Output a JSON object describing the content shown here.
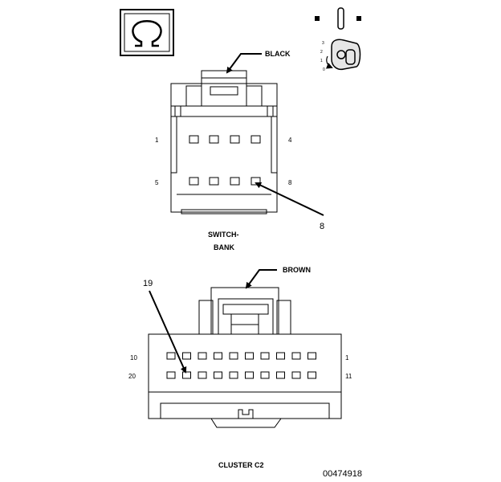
{
  "top_connector": {
    "color_label": "BLACK",
    "pin_labels": {
      "top_left": "1",
      "top_right": "4",
      "bottom_left": "5",
      "bottom_right": "8"
    },
    "callout": "8",
    "name_line1": "SWITCH-",
    "name_line2": "BANK"
  },
  "bottom_connector": {
    "color_label": "BROWN",
    "callout": "19",
    "pin_labels": {
      "top_left": "10",
      "top_right": "1",
      "bottom_left": "20",
      "bottom_right": "11"
    },
    "name": "CLUSTER C2"
  },
  "figure_id": "00474918",
  "icons": {
    "symbol": "omega-symbol-icon",
    "key": "ignition-key-icon"
  }
}
